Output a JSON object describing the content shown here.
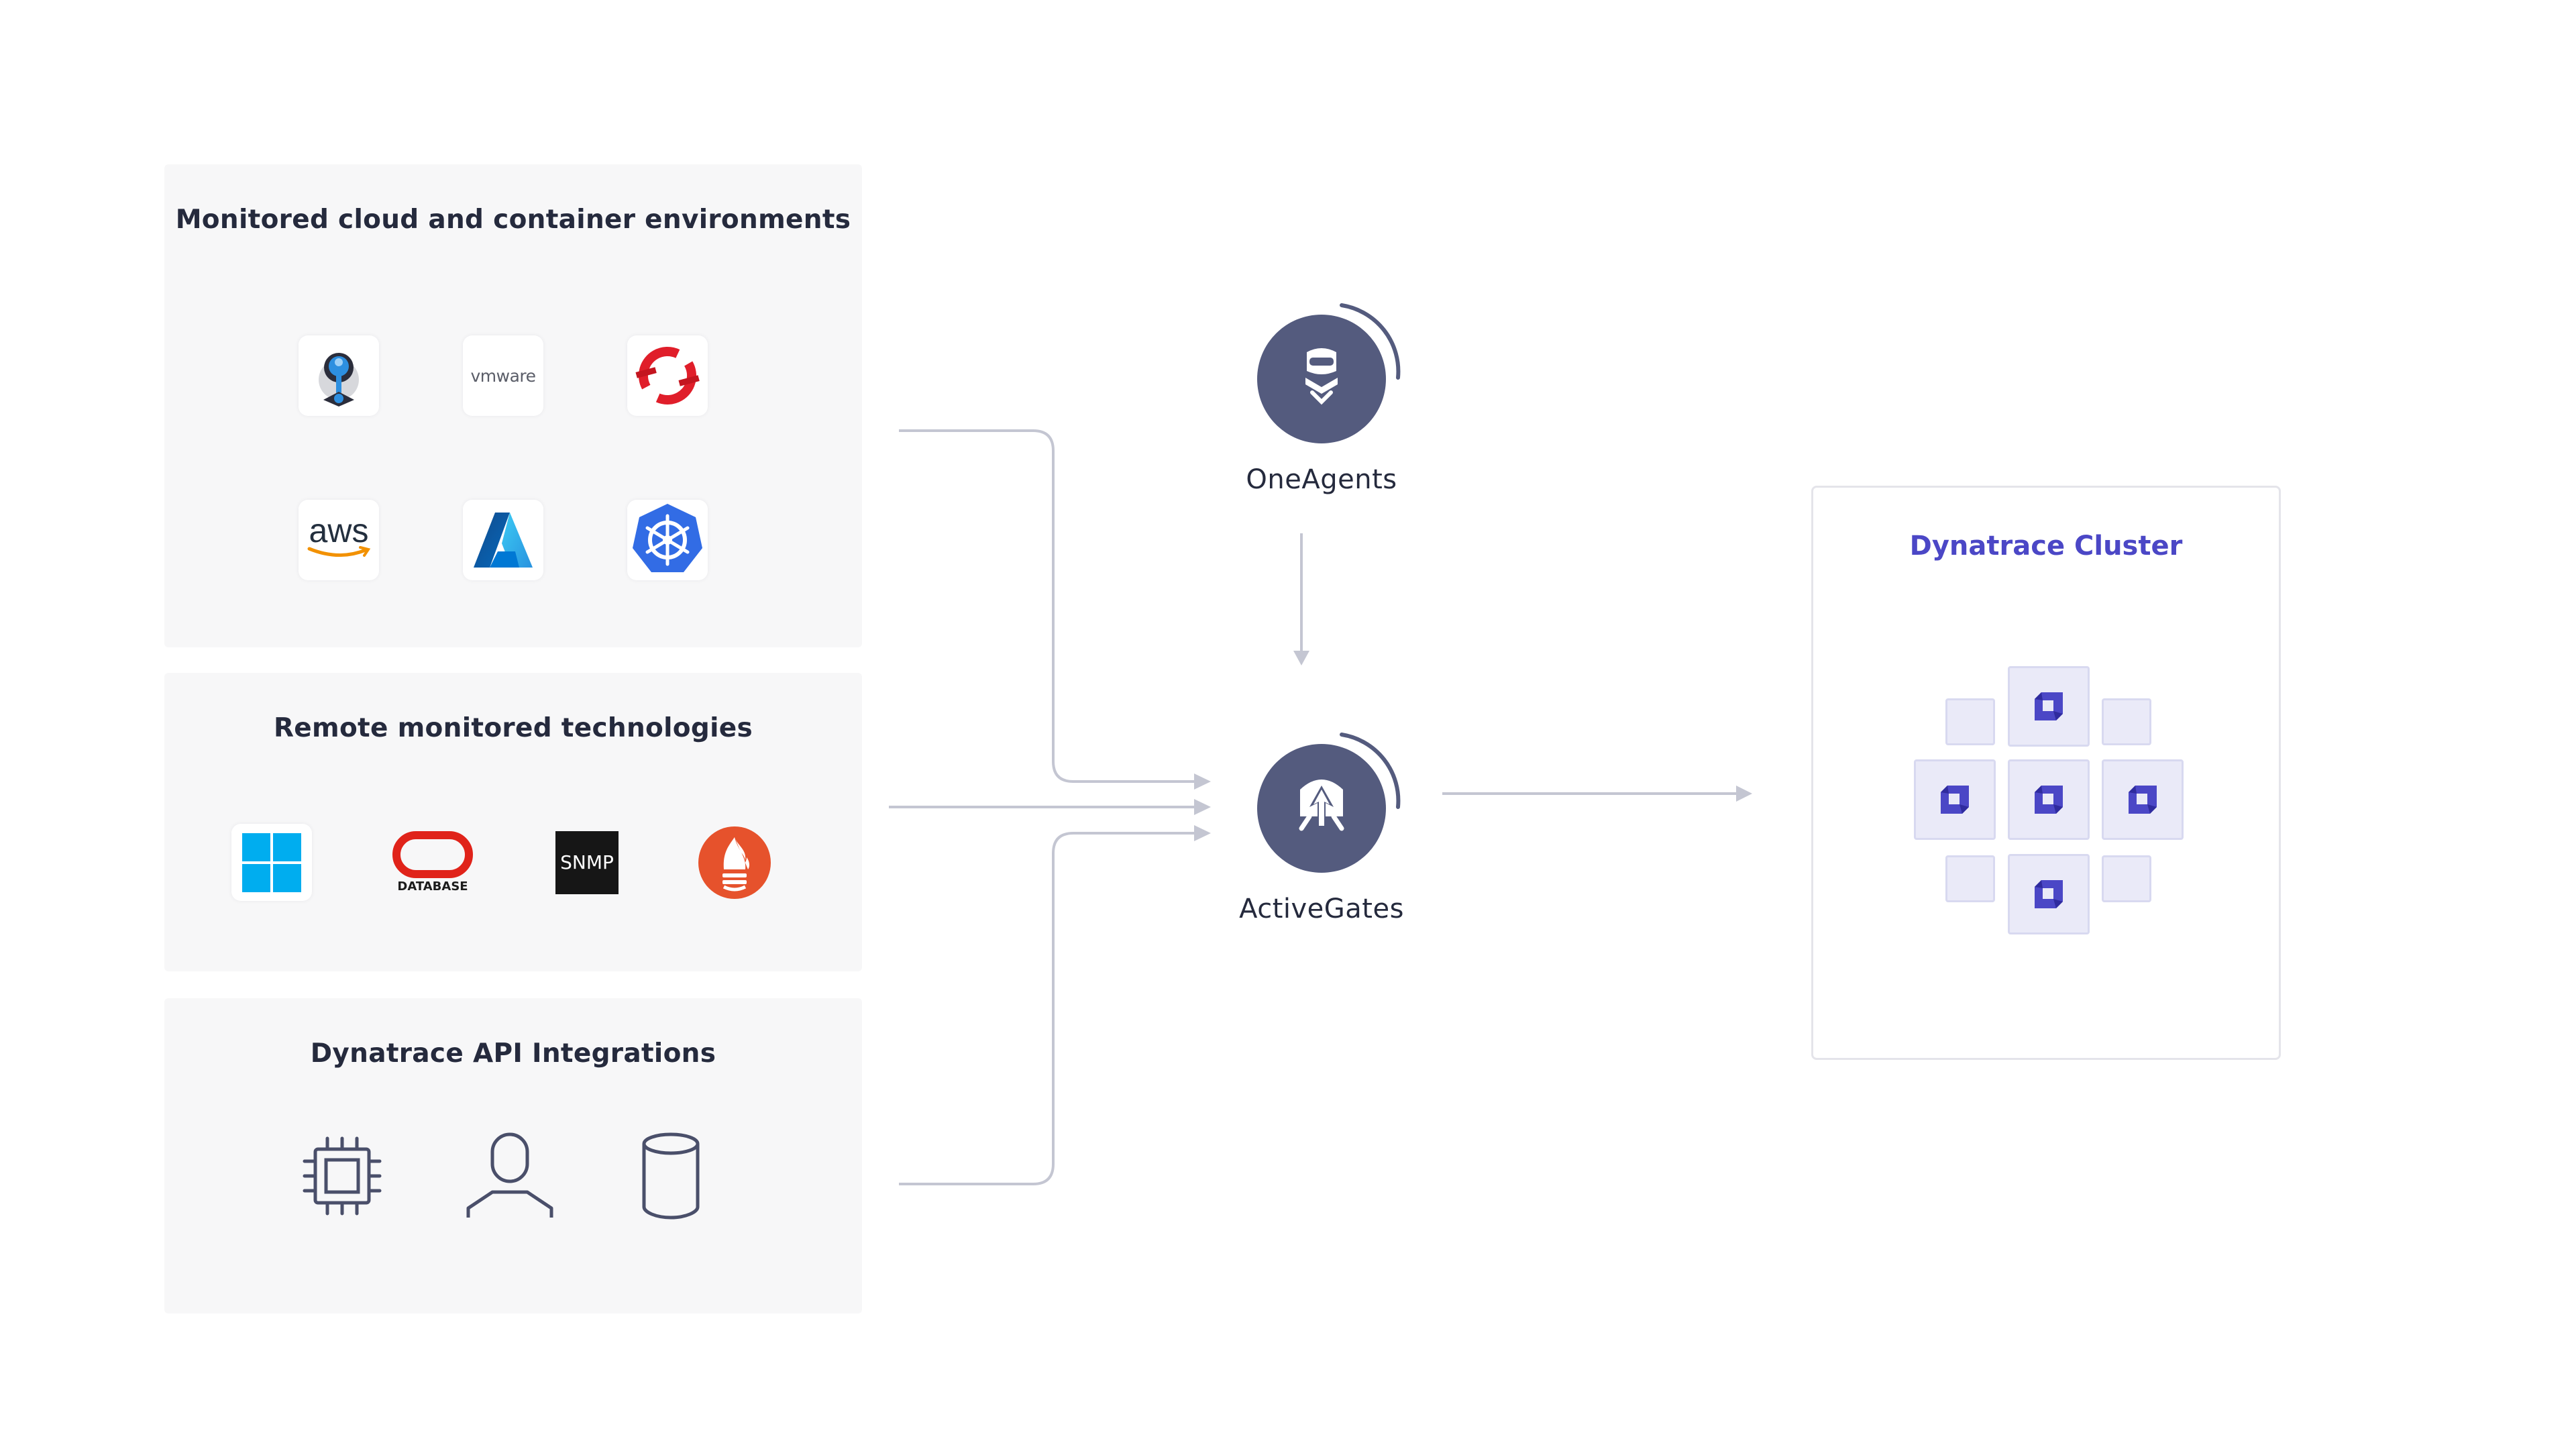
{
  "panels": {
    "cloud": {
      "title": "Monitored cloud and container environments",
      "icons": [
        "cloud-foundry-icon",
        "vmware-icon",
        "openshift-icon",
        "aws-icon",
        "azure-icon",
        "kubernetes-icon"
      ],
      "vmware_text": "vmware",
      "aws_text": "aws"
    },
    "remote": {
      "title": "Remote monitored technologies",
      "icons": [
        "windows-icon",
        "oracle-database-icon",
        "snmp-icon",
        "prometheus-icon"
      ],
      "oracle_text": "DATABASE",
      "snmp_text": "SNMP"
    },
    "api": {
      "title": "Dynatrace API Integrations",
      "icons": [
        "cpu-chip-icon",
        "user-icon",
        "database-icon"
      ]
    }
  },
  "nodes": {
    "oneagents": {
      "label": "OneAgents"
    },
    "activegates": {
      "label": "ActiveGates"
    }
  },
  "cluster": {
    "title": "Dynatrace Cluster"
  },
  "colors": {
    "panel_bg": "#f7f7f8",
    "node_fill": "#545b7e",
    "connector": "#c4c6d2",
    "cluster_accent": "#4b47c6",
    "cell_bg": "#eaeaf8",
    "text": "#252a3d"
  }
}
